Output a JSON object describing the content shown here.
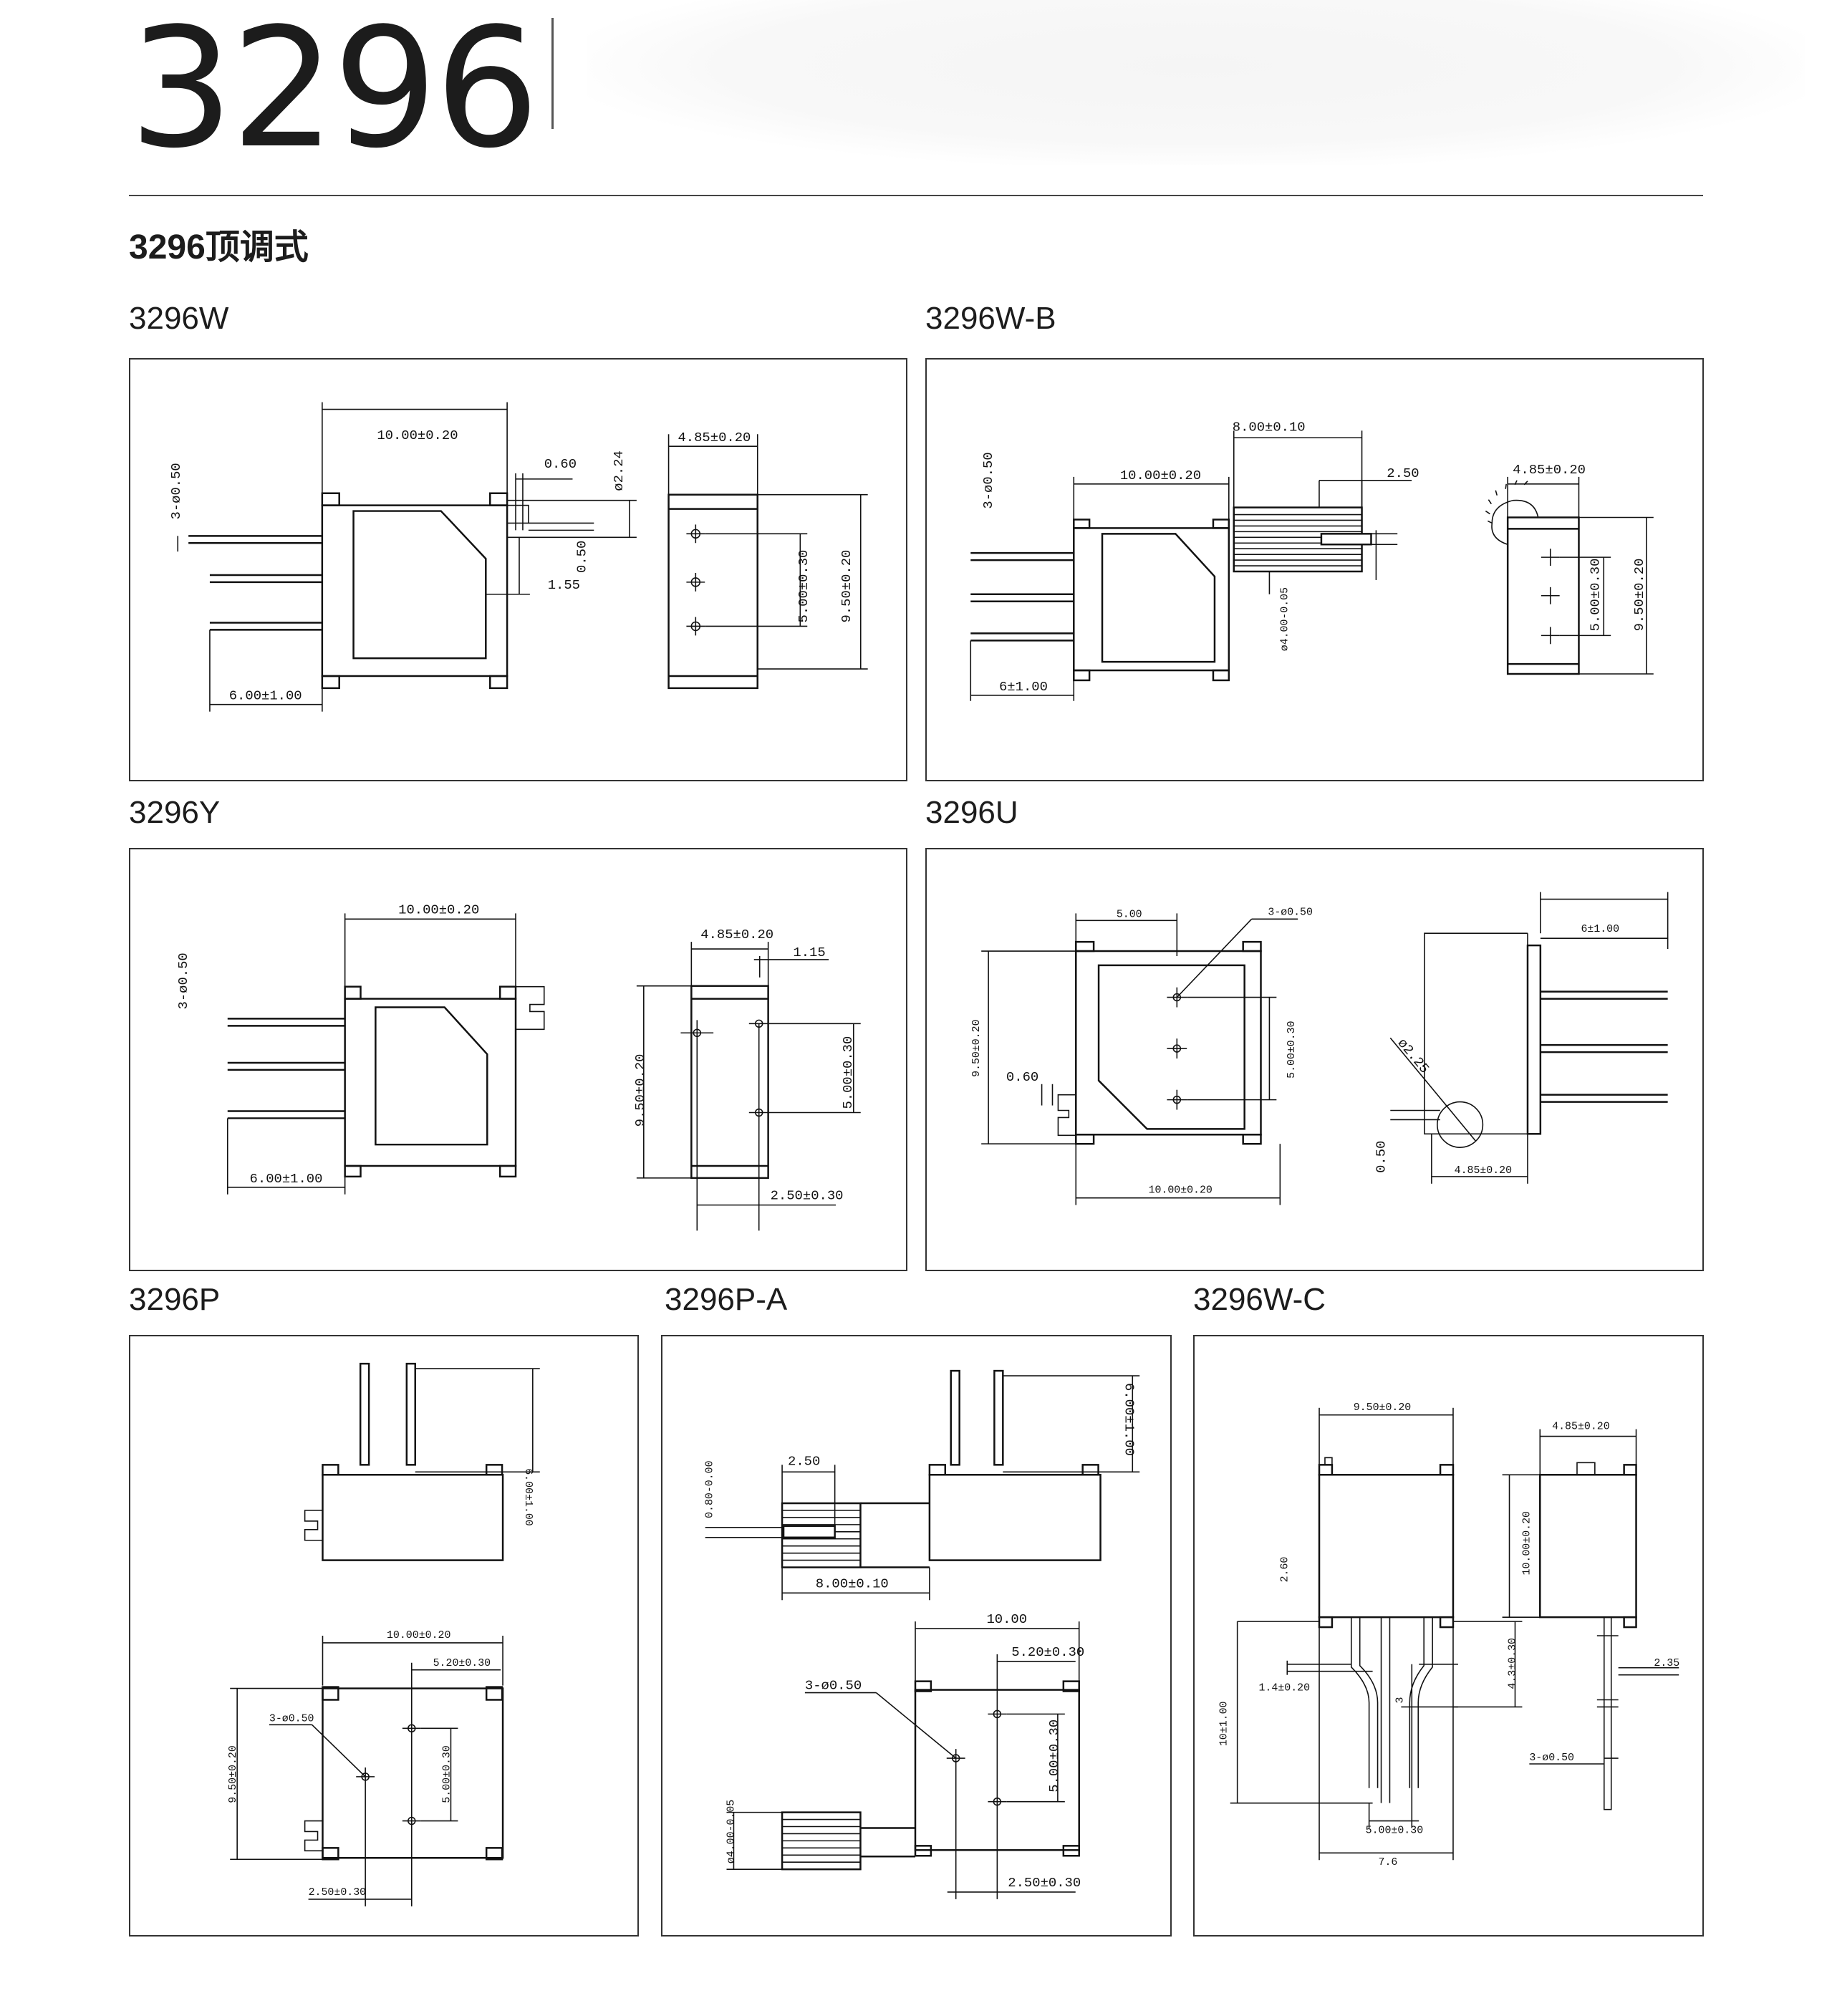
{
  "header": {
    "title": "3296",
    "section": "3296顶调式"
  },
  "models": {
    "w": "3296W",
    "wb": "3296W-B",
    "y": "3296Y",
    "u": "3296U",
    "p": "3296P",
    "pa": "3296P-A",
    "wc": "3296W-C"
  },
  "dims": {
    "w": {
      "d1": "10.00±0.20",
      "d2": "0.60",
      "d3": "ø2.24",
      "d4": "3-ø0.50",
      "d5": "0.50",
      "d6": "1.55",
      "d7": "6.00±1.00",
      "d8": "4.85±0.20",
      "d9": "5.00±0.30",
      "d10": "9.50±0.20"
    },
    "wb": {
      "d1": "8.00±0.10",
      "d2": "10.00±0.20",
      "d3": "2.50",
      "d4": "3-ø0.50",
      "d5": "ø4.00-0.05",
      "d6": "6±1.00",
      "d7": "4.85±0.20",
      "d8": "5.00±0.30",
      "d9": "9.50±0.20"
    },
    "y": {
      "d1": "10.00±0.20",
      "d2": "3-ø0.50",
      "d3": "6.00±1.00",
      "d4": "4.85±0.20",
      "d5": "1.15",
      "d6": "9.50±0.20",
      "d7": "5.00±0.30",
      "d8": "2.50±0.30"
    },
    "u": {
      "d1": "5.00",
      "d2": "3-ø0.50",
      "d3": "9.50±0.20",
      "d4": "0.60",
      "d5": "5.00±0.30",
      "d6": "10.00±0.20",
      "d7": "6±1.00",
      "d8": "ø2.25",
      "d9": "0.50",
      "d10": "4.85±0.20"
    },
    "p": {
      "d1": "6.00±1.00",
      "d2": "10.00±0.20",
      "d3": "5.20±0.30",
      "d4": "3-ø0.50",
      "d5": "9.50±0.20",
      "d6": "5.00±0.30",
      "d7": "2.50±0.30"
    },
    "pa": {
      "d1": "6.00±1.00",
      "d2": "2.50",
      "d3": "0.80-0.00",
      "d4": "8.00±0.10",
      "d5": "10.00",
      "d6": "5.20±0.30",
      "d7": "3-ø0.50",
      "d8": "5.00±0.30",
      "d9": "ø4.00-0.05",
      "d10": "2.50±0.30"
    },
    "wc": {
      "d1": "9.50±0.20",
      "d2": "4.85±0.20",
      "d3": "10.00±0.20",
      "d4": "2.60",
      "d5": "1.4±0.20",
      "d6": "4.3±0.30",
      "d7": "2.35",
      "d8": "10±1.00",
      "d9": "3",
      "d10": "3-ø0.50",
      "d11": "5.00±0.30",
      "d12": "7.6"
    }
  }
}
